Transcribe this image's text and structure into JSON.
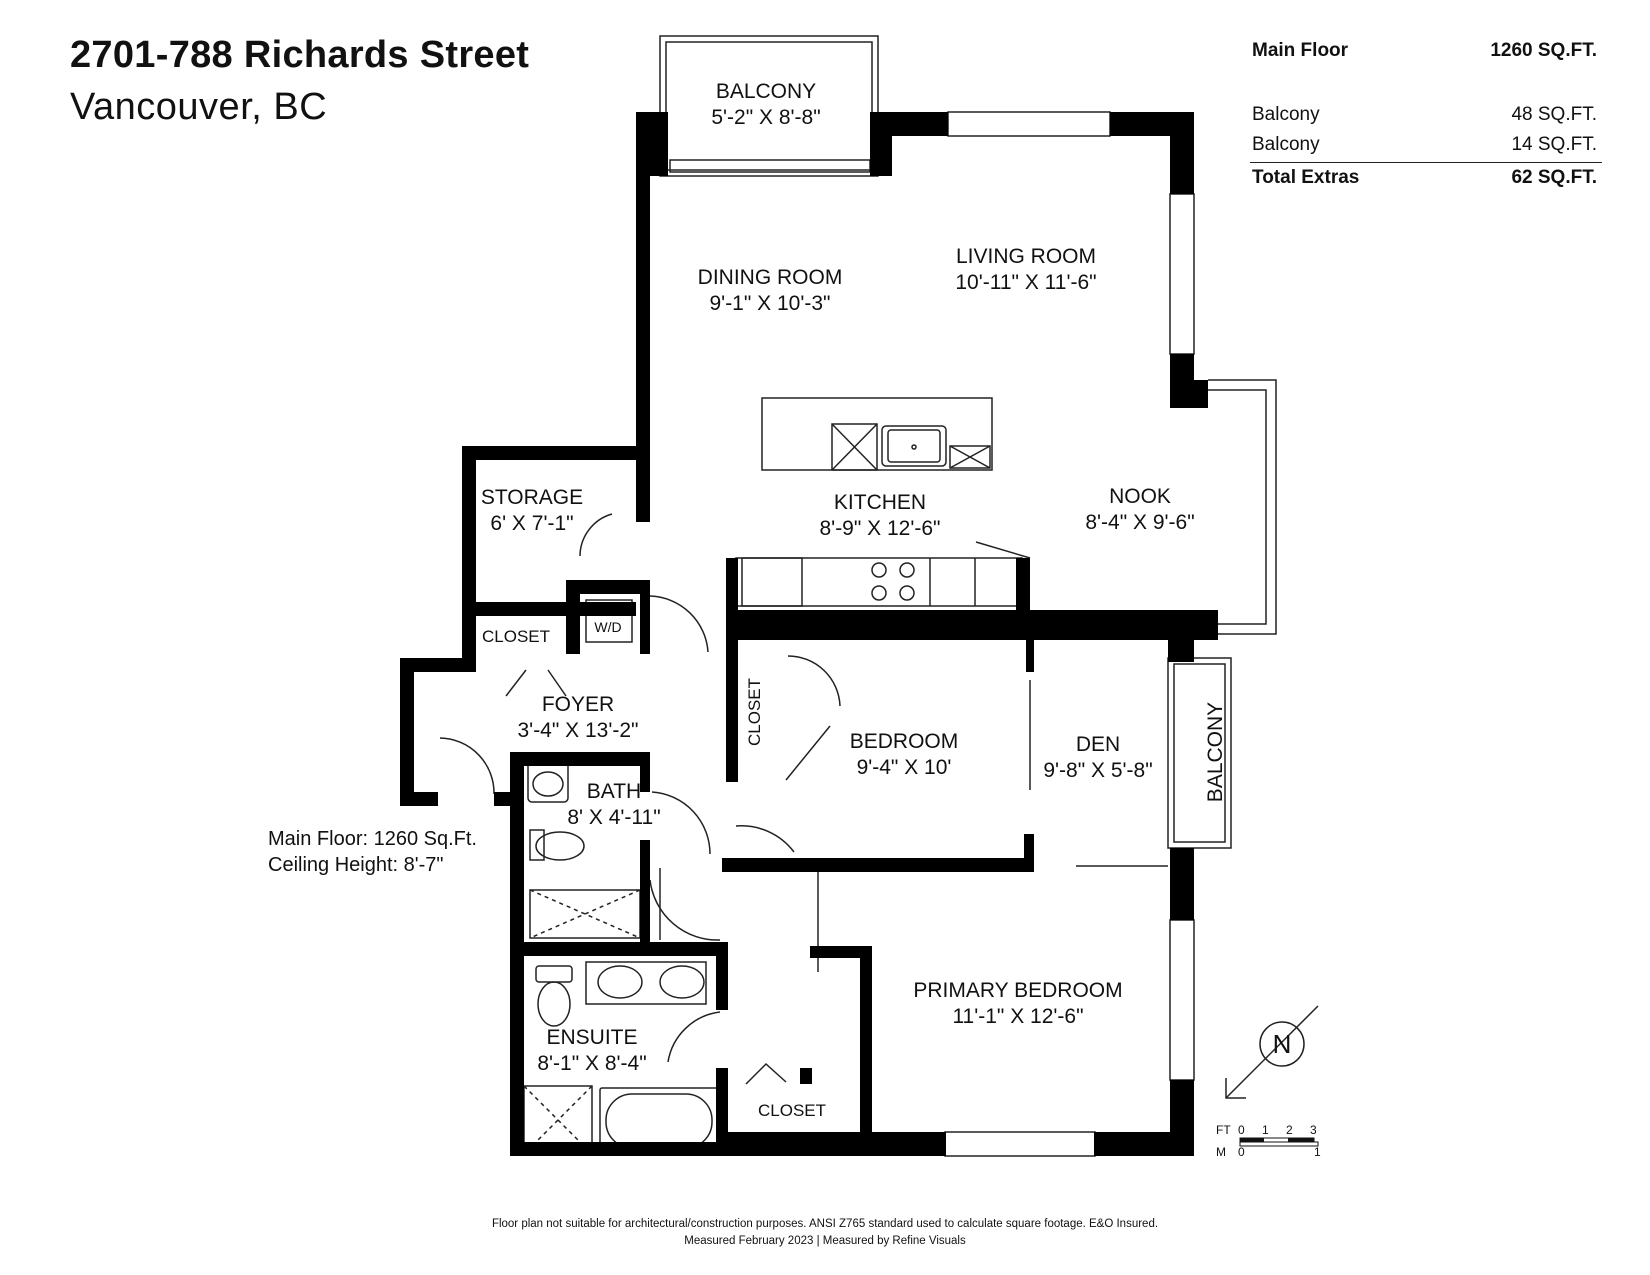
{
  "header": {
    "title": "2701-788 Richards Street",
    "subtitle": "Vancouver, BC"
  },
  "area_table": {
    "rows": [
      {
        "label": "Main Floor",
        "value": "1260 SQ.FT.",
        "bold": true
      },
      {
        "label": "Balcony",
        "value": "48 SQ.FT.",
        "bold": false
      },
      {
        "label": "Balcony",
        "value": "14 SQ.FT.",
        "bold": false
      },
      {
        "label": "Total Extras",
        "value": "62 SQ.FT.",
        "bold": true
      }
    ]
  },
  "rooms": {
    "balcony_top": {
      "name": "BALCONY",
      "dim": "5'-2\" X 8'-8\""
    },
    "dining": {
      "name": "DINING ROOM",
      "dim": "9'-1\" X 10'-3\""
    },
    "living": {
      "name": "LIVING ROOM",
      "dim": "10'-11\" X 11'-6\""
    },
    "kitchen": {
      "name": "KITCHEN",
      "dim": "8'-9\" X 12'-6\""
    },
    "nook": {
      "name": "NOOK",
      "dim": "8'-4\" X 9'-6\""
    },
    "storage": {
      "name": "STORAGE",
      "dim": "6' X 7'-1\""
    },
    "closet_foyer": {
      "name": "CLOSET"
    },
    "wd": {
      "name": "W/D"
    },
    "foyer": {
      "name": "FOYER",
      "dim": "3'-4\" X 13'-2\""
    },
    "bedroom": {
      "name": "BEDROOM",
      "dim": "9'-4\" X 10'"
    },
    "closet_bedroom": {
      "name": "CLOSET"
    },
    "den": {
      "name": "DEN",
      "dim": "9'-8\" X 5'-8\""
    },
    "balcony_side": {
      "name": "BALCONY"
    },
    "bath": {
      "name": "BATH",
      "dim": "8' X 4'-11\""
    },
    "primary": {
      "name": "PRIMARY BEDROOM",
      "dim": "11'-1\" X 12'-6\""
    },
    "ensuite": {
      "name": "ENSUITE",
      "dim": "8'-1\" X 8'-4\""
    },
    "closet_primary": {
      "name": "CLOSET"
    }
  },
  "floor_note": {
    "line1": "Main Floor: 1260 Sq.Ft.",
    "line2": "Ceiling Height: 8'-7\""
  },
  "compass": {
    "label": "N"
  },
  "scale_bar": {
    "ft_label": "FT",
    "ft_ticks": [
      "0",
      "1",
      "2",
      "3"
    ],
    "m_label": "M",
    "m_ticks": [
      "0",
      "1"
    ]
  },
  "disclaimer": {
    "line1": "Floor plan not suitable for architectural/construction purposes. ANSI Z765 standard used to calculate square footage. E&O Insured.",
    "line2": "Measured February 2023 | Measured by Refine Visuals"
  },
  "colors": {
    "wall": "#000000",
    "line": "#222222",
    "background": "#ffffff"
  }
}
